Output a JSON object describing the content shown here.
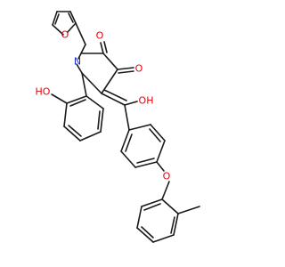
{
  "colors": {
    "bond": "#1a1a1a",
    "oxygen": "#e8000b",
    "nitrogen": "#1f2bdc",
    "background": "#ffffff"
  },
  "atoms": {
    "furan_o": "O",
    "ring_n": "N",
    "carbonyl_o1": "O",
    "carbonyl_o2": "O",
    "enol_oh": "OH",
    "phenol_oh": "HO",
    "ether_o": "O"
  }
}
